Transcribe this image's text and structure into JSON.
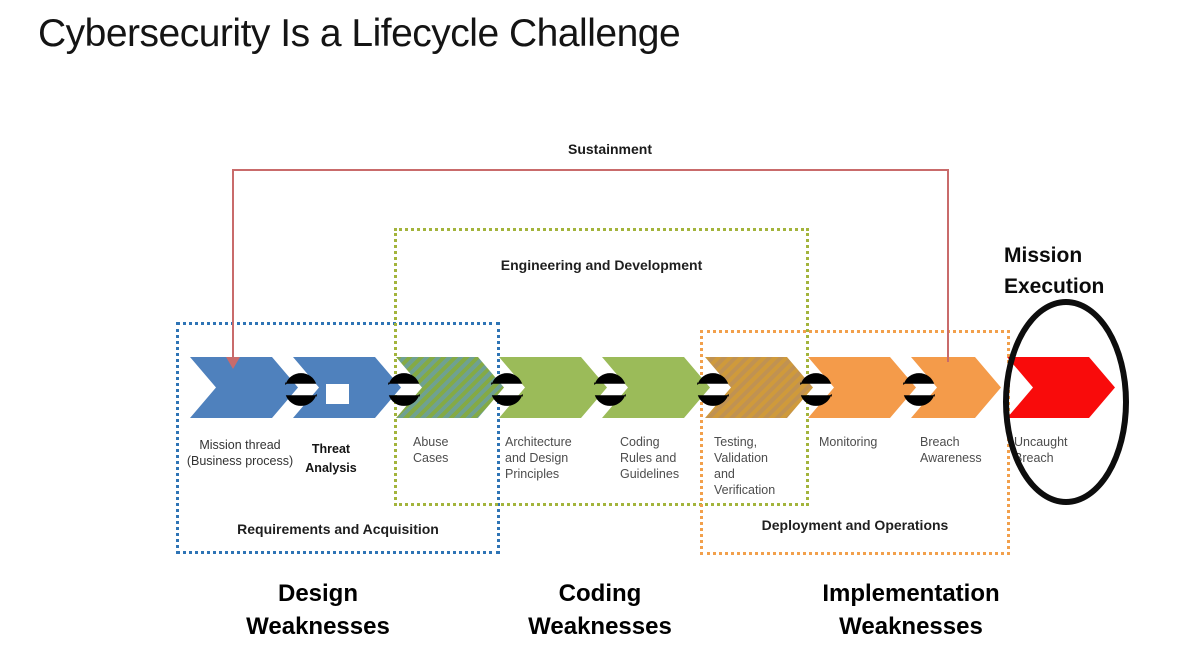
{
  "title": "Cybersecurity Is a Lifecycle Challenge",
  "sustainment": {
    "label": "Sustainment"
  },
  "mission_execution": {
    "label": "Mission\nExecution"
  },
  "phases": [
    {
      "id": "requirements",
      "label": "Requirements and Acquisition",
      "border_color": "#2e74b5"
    },
    {
      "id": "engineering",
      "label": "Engineering and Development",
      "border_color": "#a3b43c"
    },
    {
      "id": "deployment",
      "label": "Deployment and Operations",
      "border_color": "#f2a04c"
    }
  ],
  "stages": [
    {
      "label": "Mission thread\n(Business process)",
      "color": "#4f81bd",
      "pattern": "solid"
    },
    {
      "label": "Threat\nAnalysis",
      "color": "#4f81bd",
      "pattern": "solid"
    },
    {
      "label": "Abuse\nCases",
      "color": "#84aa45",
      "pattern": "diagonal-hatch"
    },
    {
      "label": "Architecture\nand Design\nPrinciples",
      "color": "#9bbb59",
      "pattern": "solid"
    },
    {
      "label": "Coding\nRules and\nGuidelines",
      "color": "#9bbb59",
      "pattern": "solid"
    },
    {
      "label": "Testing,\nValidation\nand\nVerification",
      "color": "#cf9a3b",
      "pattern": "diagonal-hatch"
    },
    {
      "label": "Monitoring",
      "color": "#f49b4a",
      "pattern": "solid"
    },
    {
      "label": "Breach\nAwareness",
      "color": "#f49b4a",
      "pattern": "solid"
    },
    {
      "label": "Uncaught\nBreach",
      "color": "#f90b0b",
      "pattern": "solid"
    }
  ],
  "weaknesses": [
    {
      "label": "Design\nWeaknesses"
    },
    {
      "label": "Coding\nWeaknesses"
    },
    {
      "label": "Implementation\nWeaknesses"
    }
  ],
  "icons": {
    "cycle": "cycle-arrows-icon",
    "loop_arrow": "arrow-down-icon"
  },
  "colors": {
    "loop_line": "#c96b6b",
    "ellipse": "#0d0d0d",
    "title_text": "#141414",
    "stage_label_text": "#4d4d4d"
  }
}
